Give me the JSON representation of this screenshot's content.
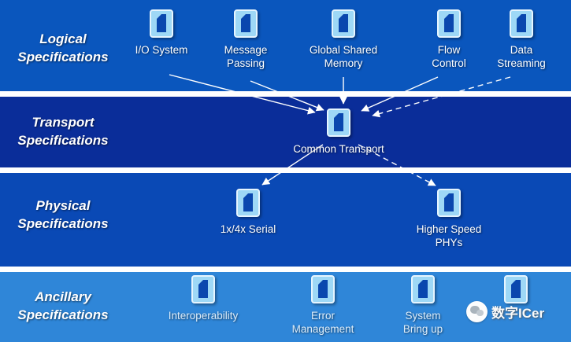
{
  "layers": {
    "logical": {
      "title_line1": "Logical",
      "title_line2": "Specifications",
      "items": [
        {
          "label": "I/O System"
        },
        {
          "label": "Message Passing"
        },
        {
          "label": "Global Shared Memory"
        },
        {
          "label": "Flow Control"
        },
        {
          "label": "Data Streaming"
        }
      ]
    },
    "transport": {
      "title_line1": "Transport",
      "title_line2": "Specifications",
      "items": [
        {
          "label": "Common Transport"
        }
      ]
    },
    "physical": {
      "title_line1": "Physical",
      "title_line2": "Specifications",
      "items": [
        {
          "label": "1x/4x Serial"
        },
        {
          "label": "Higher Speed PHYs"
        }
      ]
    },
    "ancillary": {
      "title_line1": "Ancillary",
      "title_line2": "Specifications",
      "items": [
        {
          "label": "Interoperability"
        },
        {
          "label": "Error Management"
        },
        {
          "label": "System Bring up"
        },
        {
          "label": ""
        }
      ]
    }
  },
  "colors": {
    "logical_band": "#0a56bd",
    "transport_band": "#0a2d99",
    "physical_band": "#0a49b5",
    "ancillary_band": "#2f86d8",
    "icon_page": "#9ed8f6",
    "icon_sheet": "#0a47ae",
    "arrow": "#ffffff"
  },
  "watermark": {
    "text": "数字ICer"
  }
}
